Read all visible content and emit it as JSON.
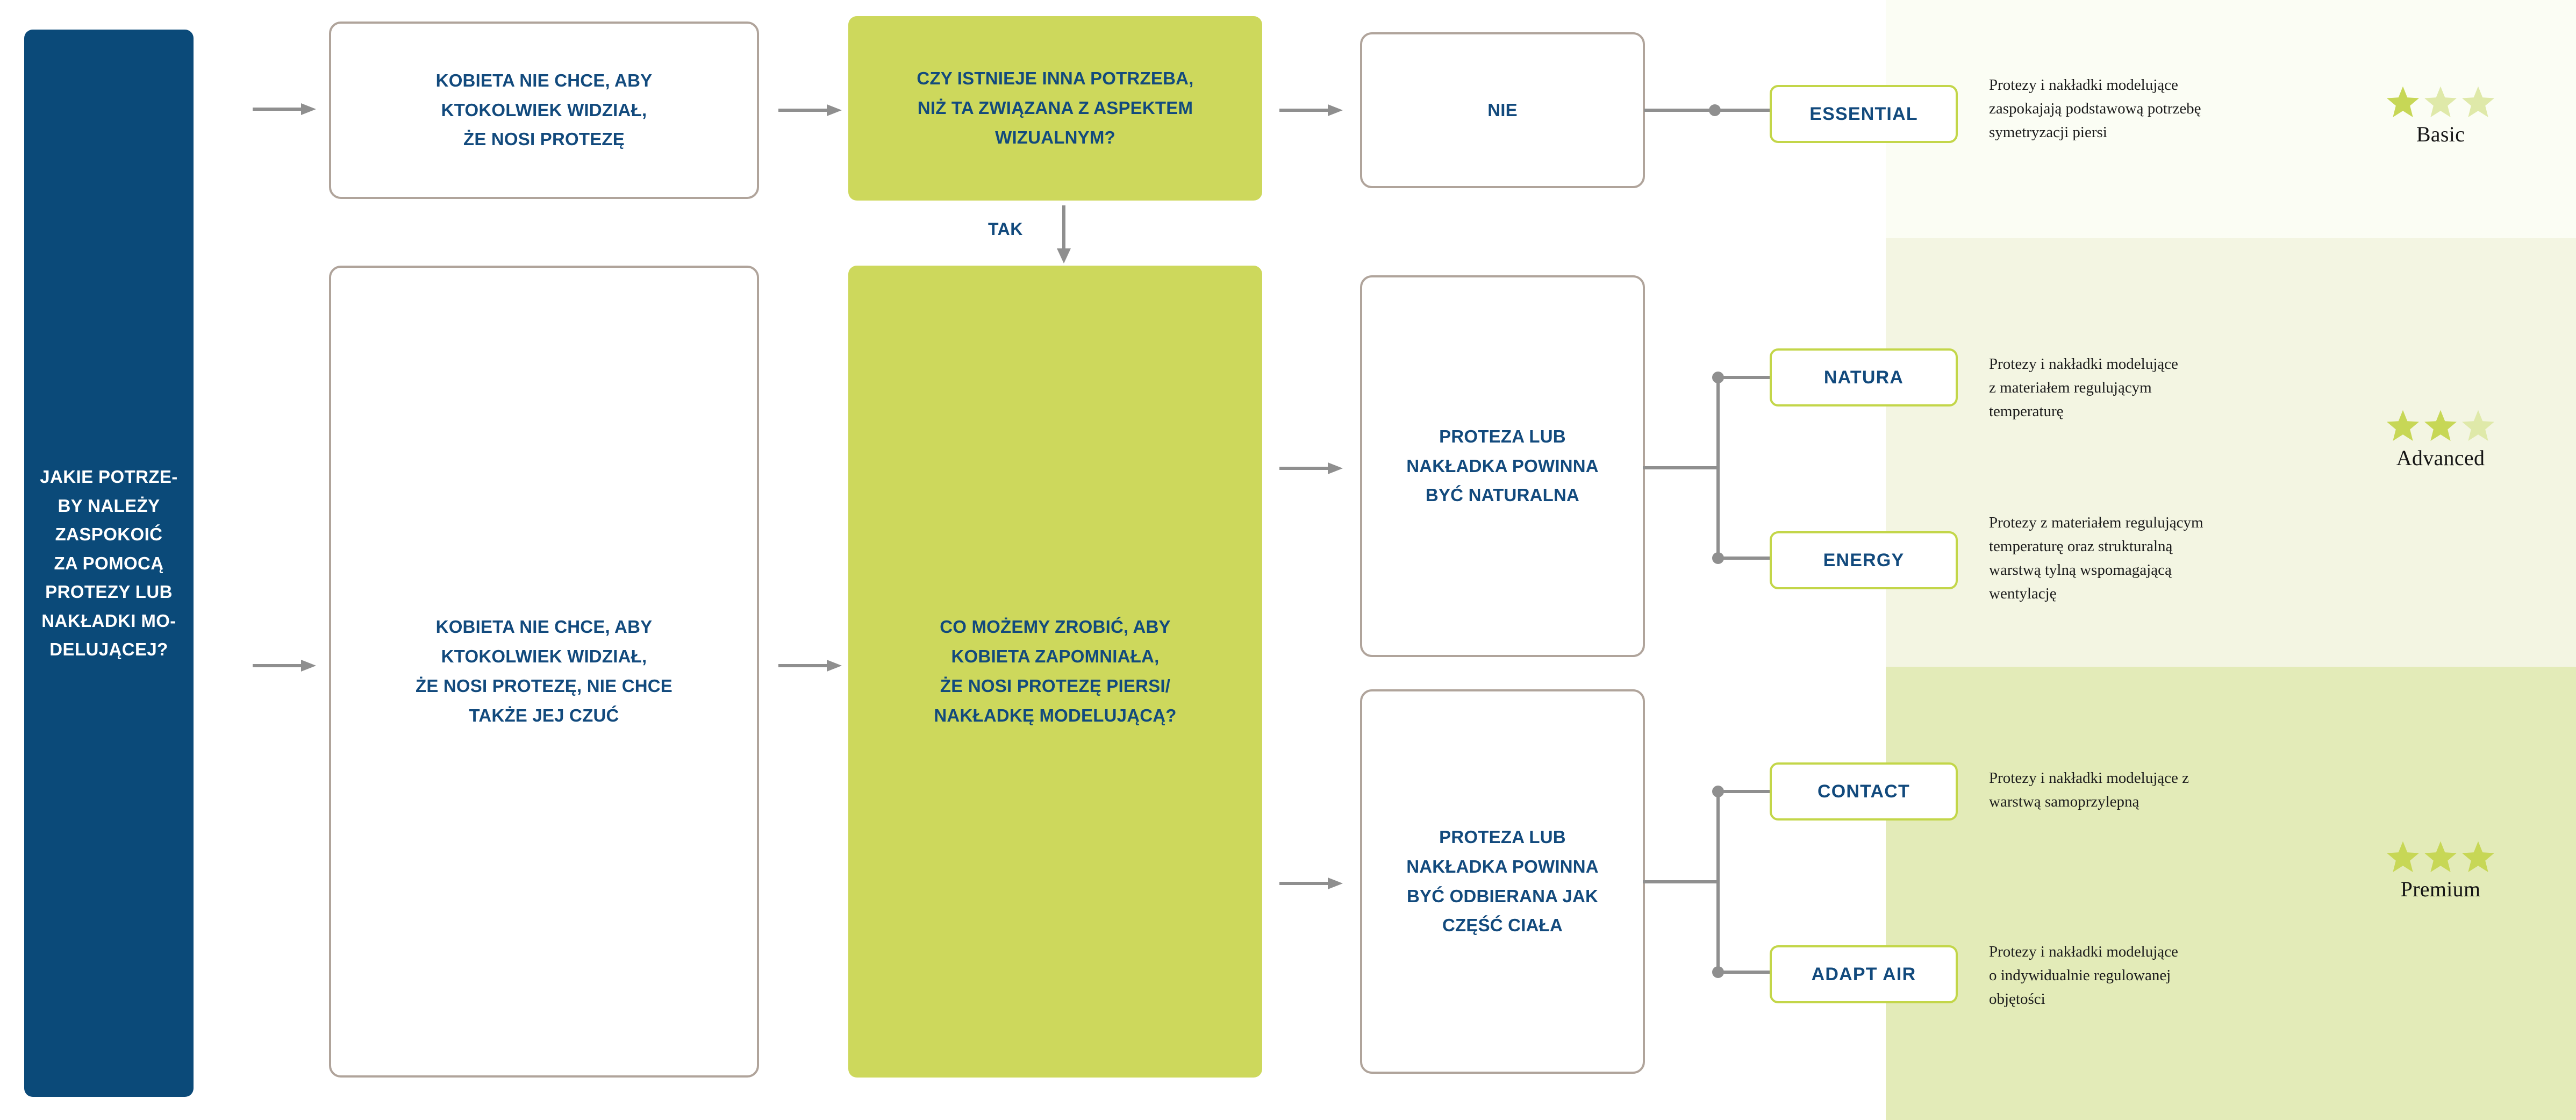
{
  "colors": {
    "brand_blue": "#0b4a79",
    "text_blue": "#124a7d",
    "olive_fill": "#cdd85c",
    "badge_border": "#c3d649",
    "box_border": "#b0a49b",
    "arrow_grey": "#8f8f8f",
    "band_basic": "#fbfdf4",
    "band_advanced": "#f3f5e2",
    "band_premium": "#e3ebb8",
    "star_full": "#c7d756",
    "star_dim": "#dfe9a9"
  },
  "root_question": "JAKIE POTRZE-\nBY NALEŻY\nZASPOKOIĆ\nZA POMOCĄ\nPROTEZY LUB\nNAKŁADKI MO-\nDELUJĄCEJ?",
  "flow": {
    "row1": {
      "statement": "KOBIETA NIE CHCE, ABY\nKTOKOLWIEK WIDZIAŁ,\nŻE NOSI PROTEZĘ",
      "decision": "CZY ISTNIEJE INNA POTRZEBA,\nNIŻ TA ZWIĄZANA Z ASPEKTEM\nWIZUALNYM?",
      "answer": "NIE"
    },
    "branch_label": "TAK",
    "row2": {
      "statement": "KOBIETA NIE CHCE, ABY\nKTOKOLWIEK WIDZIAŁ,\nŻE NOSI PROTEZĘ, NIE CHCE\nTAKŻE JEJ CZUĆ",
      "decision": "CO MOŻEMY ZROBIĆ, ABY\nKOBIETA ZAPOMNIAŁA,\nŻE NOSI PROTEZĘ PIERSI/\nNAKŁADKĘ MODELUJĄCĄ?",
      "outcome_top": "PROTEZA LUB\nNAKŁADKA POWINNA\nBYĆ NATURALNA",
      "outcome_bottom": "PROTEZA LUB\nNAKŁADKA POWINNA\nBYĆ ODBIERANA JAK\nCZĘŚĆ CIAŁA"
    }
  },
  "products": [
    {
      "name": "ESSENTIAL",
      "description": "Protezy i nakładki modelujące\nzaspokajają podstawową potrzebę\nsymetryzacji piersi"
    },
    {
      "name": "NATURA",
      "description": "Protezy i nakładki modelujące\nz materiałem regulującym\ntemperaturę"
    },
    {
      "name": "ENERGY",
      "description": "Protezy z materiałem regulującym\ntemperaturę oraz strukturalną\nwarstwą tylną wspomagającą\nwentylację"
    },
    {
      "name": "CONTACT",
      "description": "Protezy i nakładki modelujące z\nwarstwą samoprzylepną"
    },
    {
      "name": "ADAPT AIR",
      "description": "Protezy i nakładki modelujące\no indywidualnie regulowanej\nobjętości"
    }
  ],
  "tiers": [
    {
      "label": "Basic",
      "stars_full": 1,
      "stars_total": 3
    },
    {
      "label": "Advanced",
      "stars_full": 2,
      "stars_total": 3
    },
    {
      "label": "Premium",
      "stars_full": 3,
      "stars_total": 3
    }
  ]
}
